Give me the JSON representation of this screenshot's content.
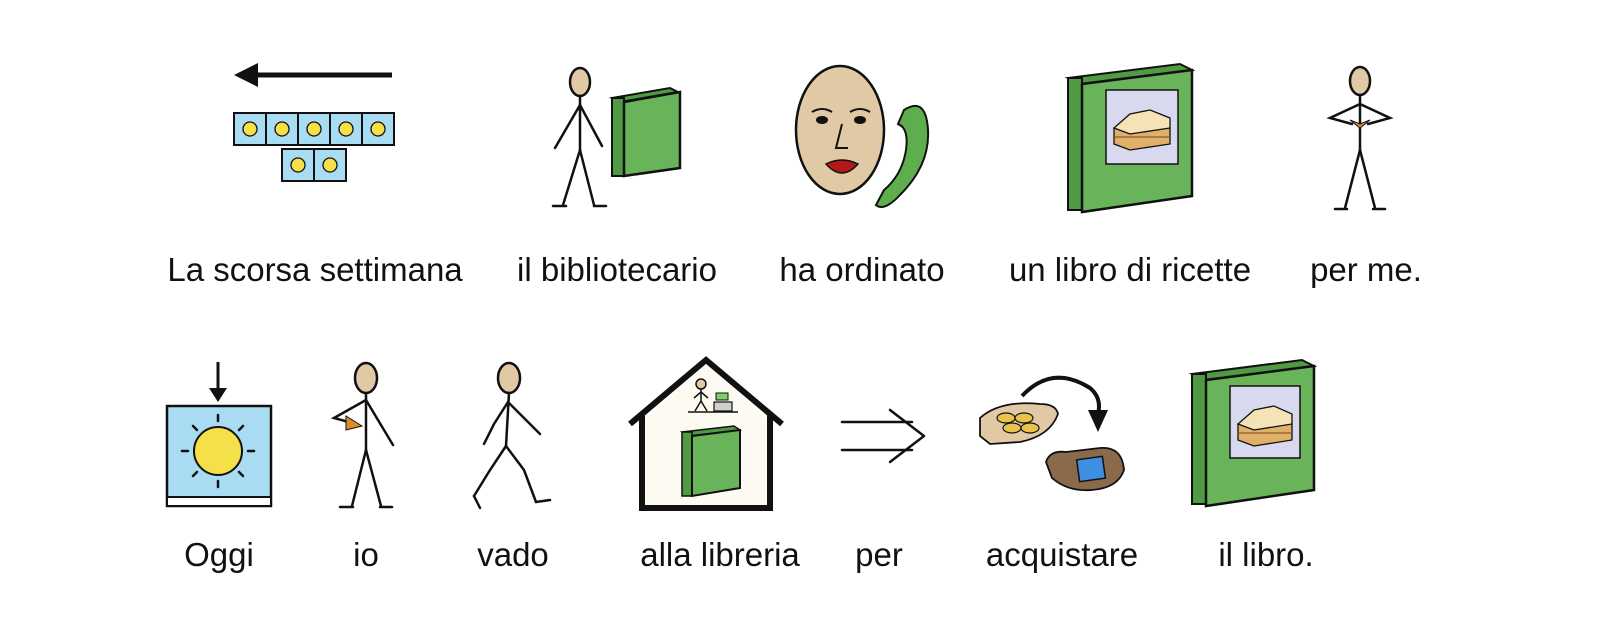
{
  "sentences": [
    {
      "words": [
        {
          "text": "La scorsa settimana",
          "icon": "last-week-calendar-icon"
        },
        {
          "text": "il bibliotecario",
          "icon": "librarian-icon"
        },
        {
          "text": "ha ordinato",
          "icon": "phone-order-icon"
        },
        {
          "text": "un libro di ricette",
          "icon": "cookbook-icon"
        },
        {
          "text": "per me.",
          "icon": "for-me-person-icon"
        }
      ]
    },
    {
      "words": [
        {
          "text": "Oggi",
          "icon": "today-sun-icon"
        },
        {
          "text": "io",
          "icon": "me-person-icon"
        },
        {
          "text": "vado",
          "icon": "walking-person-icon"
        },
        {
          "text": "alla libreria",
          "icon": "bookshop-icon"
        },
        {
          "text": "per",
          "icon": "double-arrow-icon"
        },
        {
          "text": "acquistare",
          "icon": "buy-exchange-icon"
        },
        {
          "text": "il libro.",
          "icon": "cookbook-icon"
        }
      ]
    }
  ],
  "colors": {
    "book_green": "#69b35a",
    "sky_blue": "#a9dcf3",
    "sun_yellow": "#f6e04a",
    "skin": "#e2c9a6",
    "outline": "#111111"
  }
}
